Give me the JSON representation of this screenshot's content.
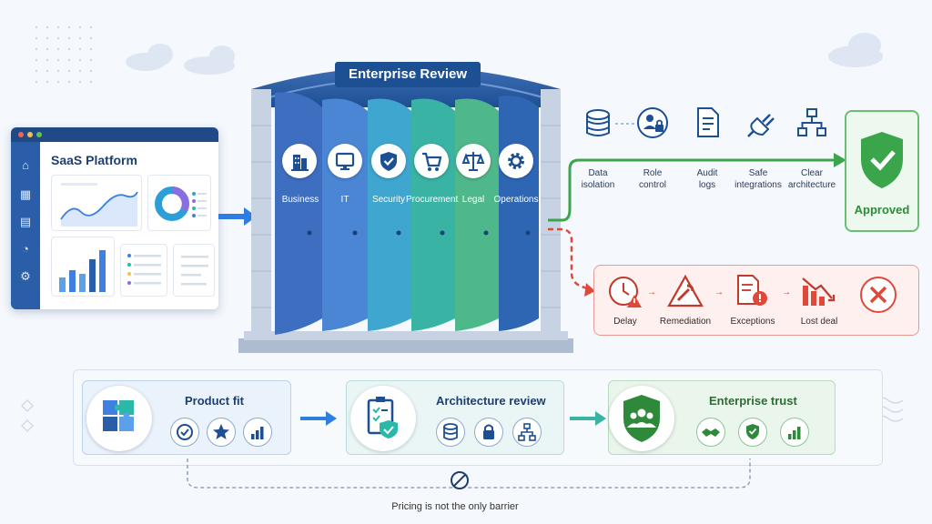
{
  "saas": {
    "title": "SaaS Platform"
  },
  "gate": {
    "title": "Enterprise Review",
    "doors": [
      {
        "label": "Business",
        "icon": "building-icon"
      },
      {
        "label": "IT",
        "icon": "monitor-icon"
      },
      {
        "label": "Security",
        "icon": "shield-check-icon"
      },
      {
        "label": "Procurement",
        "icon": "cart-icon"
      },
      {
        "label": "Legal",
        "icon": "scales-icon"
      },
      {
        "label": "Operations",
        "icon": "gear-icon"
      }
    ]
  },
  "checks": [
    {
      "line1": "Data",
      "line2": "isolation",
      "icon": "database-icon"
    },
    {
      "line1": "Role",
      "line2": "control",
      "icon": "user-lock-icon"
    },
    {
      "line1": "Audit",
      "line2": "logs",
      "icon": "document-icon"
    },
    {
      "line1": "Safe",
      "line2": "integrations",
      "icon": "plug-icon"
    },
    {
      "line1": "Clear",
      "line2": "architecture",
      "icon": "hierarchy-icon"
    }
  ],
  "approved": {
    "label": "Approved"
  },
  "failures": [
    {
      "label": "Delay",
      "icon": "clock-warning-icon"
    },
    {
      "label": "Remediation",
      "icon": "wrench-warning-icon"
    },
    {
      "label": "Exceptions",
      "icon": "document-alert-icon"
    },
    {
      "label": "Lost deal",
      "icon": "chart-down-icon"
    }
  ],
  "stages": [
    {
      "title": "Product fit",
      "icon": "puzzle-icon",
      "minis": [
        "check-circle-icon",
        "star-icon",
        "bar-chart-icon"
      ]
    },
    {
      "title": "Architecture review",
      "icon": "clipboard-shield-icon",
      "minis": [
        "database-icon",
        "lock-icon",
        "hierarchy-icon"
      ]
    },
    {
      "title": "Enterprise trust",
      "icon": "shield-team-icon",
      "minis": [
        "handshake-icon",
        "shield-check-icon",
        "bar-chart-icon"
      ]
    }
  ],
  "barrier": {
    "label": "Pricing is not the only barrier"
  },
  "colors": {
    "navy": "#1d4f93",
    "green": "#3aa54a",
    "red": "#e0483a",
    "blue": "#2f7de1"
  }
}
